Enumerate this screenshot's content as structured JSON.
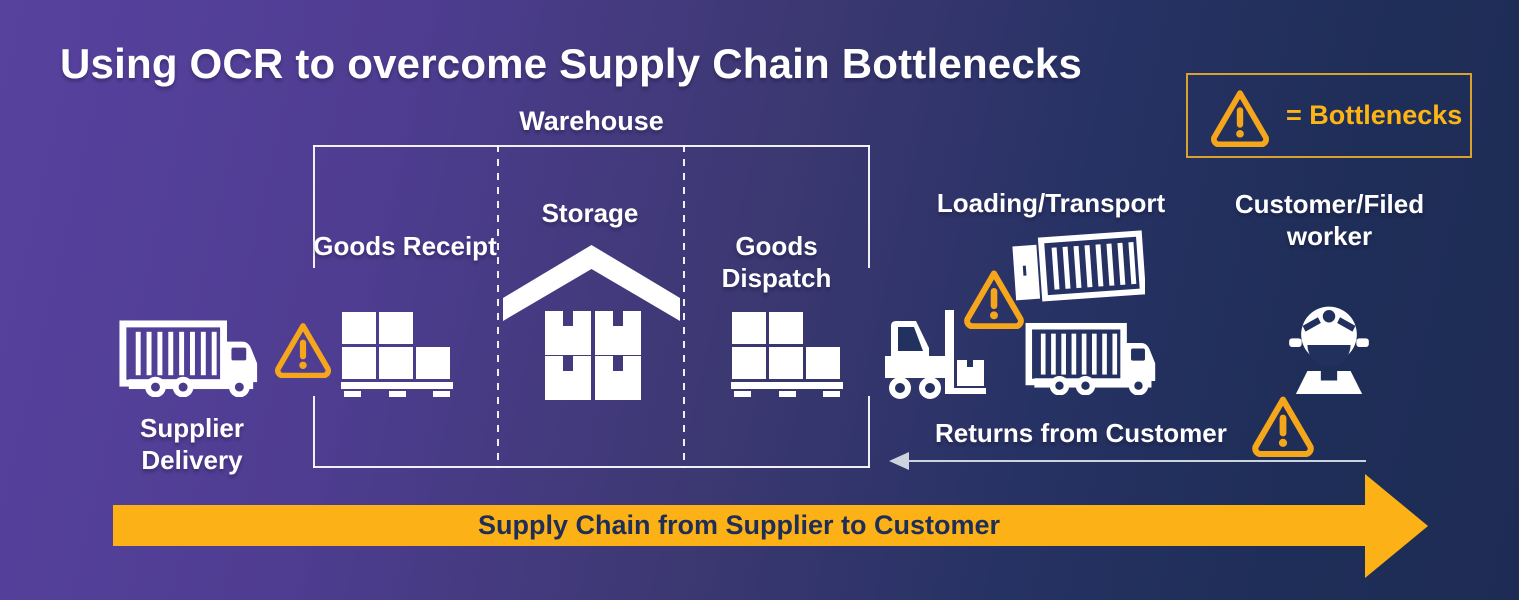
{
  "title": "Using OCR to overcome Supply Chain Bottlenecks",
  "legend": {
    "label": "= Bottlenecks"
  },
  "warehouse": {
    "label": "Warehouse",
    "sections": [
      {
        "label": "Goods Receipt"
      },
      {
        "label": "Storage"
      },
      {
        "label": "Goods Dispatch"
      }
    ]
  },
  "stages": {
    "supplier": {
      "label": "Supplier Delivery"
    },
    "loading": {
      "label": "Loading/Transport"
    },
    "customer": {
      "line1": "Customer/Filed",
      "line2": "worker"
    },
    "returns": {
      "label": "Returns from Customer"
    }
  },
  "flow_arrow": {
    "label": "Supply Chain from Supplier to Customer"
  },
  "colors": {
    "background_purple": "#54409A",
    "background_navy": "#1E2C55",
    "accent_yellow": "#FCB116",
    "warning_orange": "#F5A61B",
    "legend_border_gold": "#D9A22E",
    "arrow_text_navy": "#1F2E58"
  }
}
